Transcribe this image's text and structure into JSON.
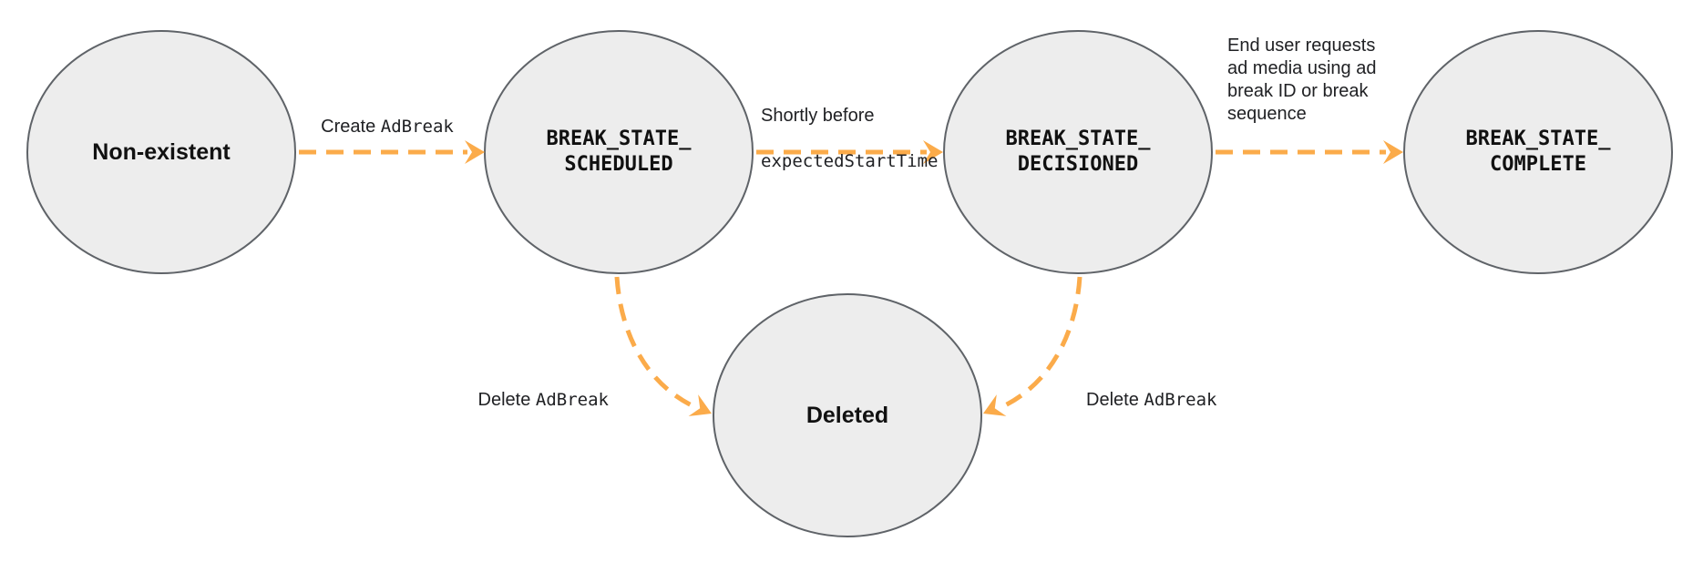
{
  "diagram": {
    "description": "Ad break state transition diagram",
    "colors": {
      "node_fill": "#EDEDED",
      "node_border": "#5F6368",
      "arrow": "#FBAB4A",
      "label_text": "#202124",
      "node_text": "#111111"
    },
    "nodes": [
      {
        "id": "non-existent",
        "label": "Non-existent"
      },
      {
        "id": "break-state-scheduled",
        "label": "BREAK_STATE_\nSCHEDULED"
      },
      {
        "id": "break-state-decisioned",
        "label": "BREAK_STATE_\nDECISIONED"
      },
      {
        "id": "break-state-complete",
        "label": "BREAK_STATE_\nCOMPLETE"
      },
      {
        "id": "deleted",
        "label": "Deleted"
      }
    ],
    "edges": [
      {
        "from": "non-existent",
        "to": "break-state-scheduled",
        "label_text": "Create ",
        "label_code": "AdBreak"
      },
      {
        "from": "break-state-scheduled",
        "to": "break-state-decisioned",
        "label_text": "Shortly before",
        "label_code": "expectedStartTime"
      },
      {
        "from": "break-state-decisioned",
        "to": "break-state-complete",
        "label_text": "End user requests\nad media using ad\nbreak ID or break\nsequence"
      },
      {
        "from": "break-state-scheduled",
        "to": "deleted",
        "label_text": "Delete ",
        "label_code": "AdBreak"
      },
      {
        "from": "break-state-decisioned",
        "to": "deleted",
        "label_text": "Delete ",
        "label_code": "AdBreak"
      }
    ]
  }
}
